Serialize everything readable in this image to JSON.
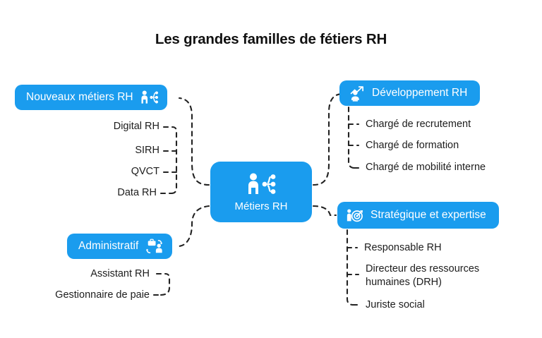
{
  "page": {
    "title": "Les grandes familles de fétiers RH",
    "background_color": "#ffffff",
    "accent_color": "#1a9cee",
    "node_text_color": "#ffffff",
    "leaf_text_color": "#1d1d1d",
    "connector_color": "#222222",
    "connector_style": "dashed"
  },
  "diagram": {
    "type": "mind-map",
    "center": {
      "label": "Métiers RH",
      "icon": "person-org-chart-icon"
    },
    "branches": [
      {
        "id": "nouveaux-metiers-rh",
        "label": "Nouveaux métiers RH",
        "icon": "person-org-chart-icon",
        "icon_side": "right",
        "position": "top-left",
        "children": [
          {
            "label": "Digital RH"
          },
          {
            "label": "SIRH"
          },
          {
            "label": "QVCT"
          },
          {
            "label": "Data RH"
          }
        ]
      },
      {
        "id": "administratif",
        "label": "Administratif",
        "icon": "briefcase-person-arrows-icon",
        "icon_side": "right",
        "position": "bottom-left",
        "children": [
          {
            "label": "Assistant RH"
          },
          {
            "label": "Gestionnaire de paie"
          }
        ]
      },
      {
        "id": "developpement-rh",
        "label": "Développement RH",
        "icon": "person-growth-arrow-icon",
        "icon_side": "left",
        "position": "top-right",
        "children": [
          {
            "label": "Chargé de recrutement"
          },
          {
            "label": "Chargé de formation"
          },
          {
            "label": "Chargé de mobilité interne"
          }
        ]
      },
      {
        "id": "strategique-et-expertise",
        "label": "Stratégique et expertise",
        "icon": "person-target-icon",
        "icon_side": "left",
        "position": "bottom-right",
        "children": [
          {
            "label": "Responsable RH"
          },
          {
            "label": "Directeur des ressources"
          },
          {
            "label": "humaines (DRH)"
          },
          {
            "label": "Juriste social"
          }
        ]
      }
    ]
  }
}
